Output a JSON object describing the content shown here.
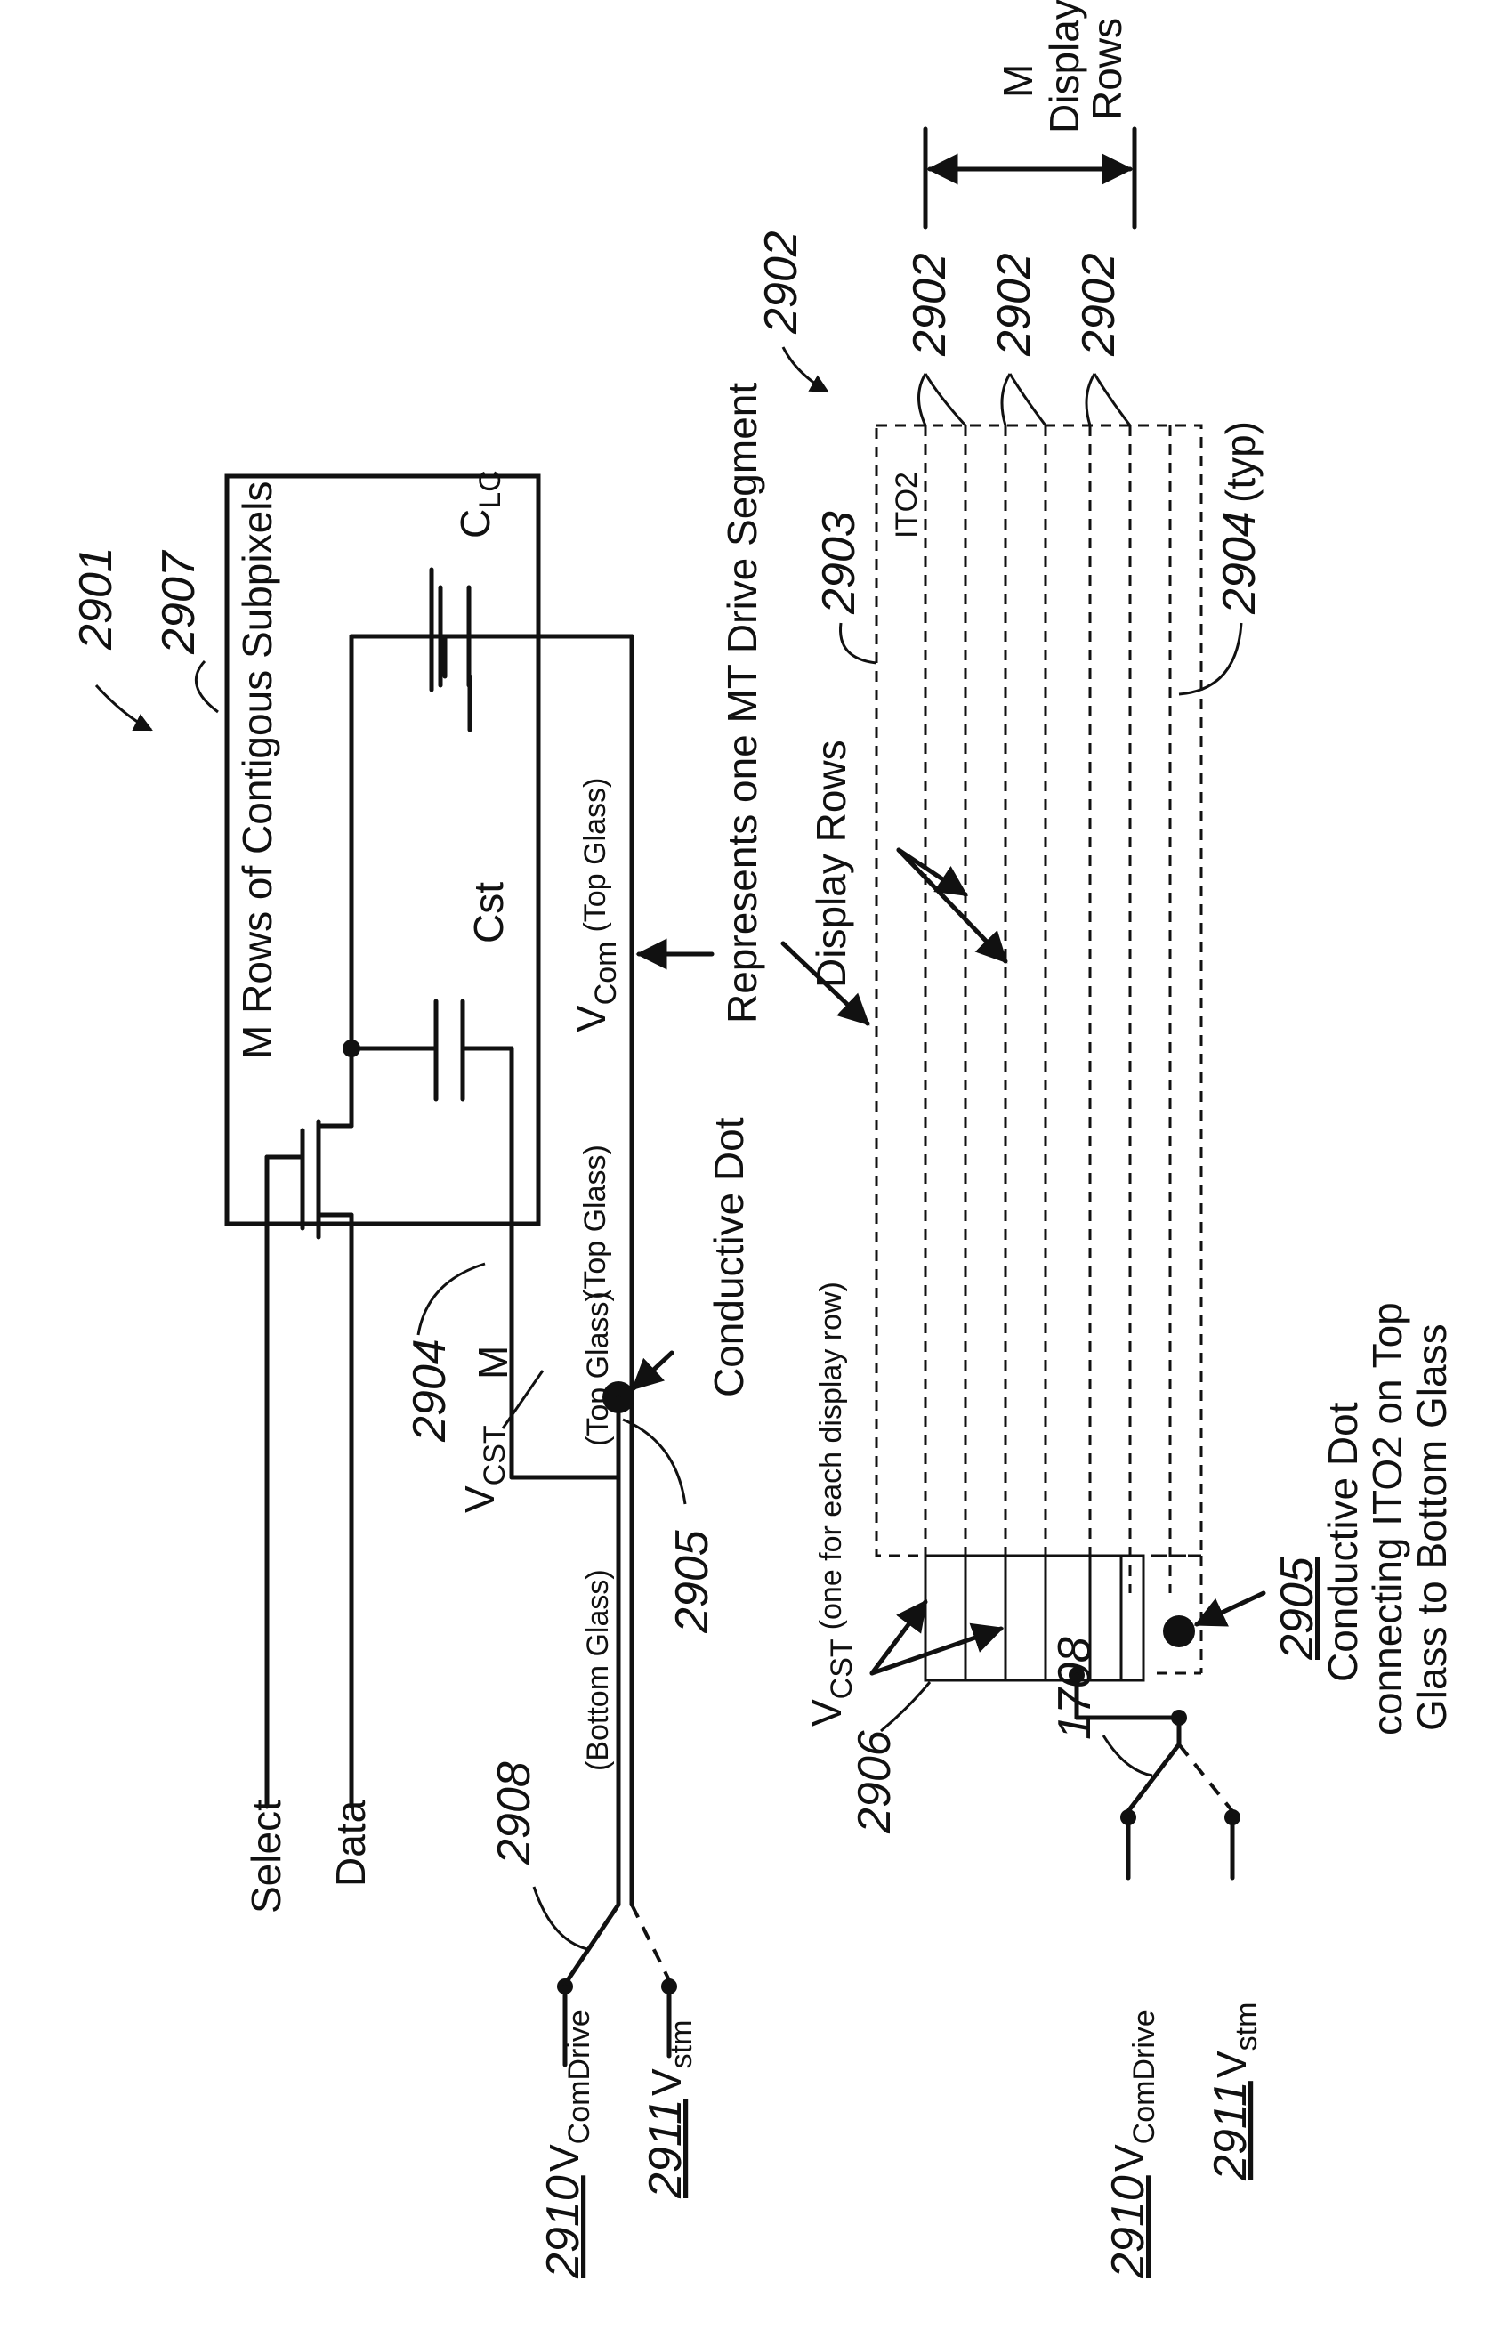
{
  "figure": {
    "top": {
      "ref_2901": "2901",
      "ref_2907": "2907",
      "box_title": "M Rows of Contigous Subpixels",
      "select": "Select",
      "data": "Data",
      "c_lc": "C",
      "c_lc_sub": "LC",
      "cst": "Cst",
      "vcom_v": "V",
      "vcom_sub": "Com",
      "vcom_tail": "(Top Glass)",
      "top_glass_1": "(Top Glass)",
      "top_glass_2": "(Top Glass)",
      "bottom_glass": "(Bottom Glass)",
      "m": "M",
      "ref_2904": "2904",
      "vcst_v": "V",
      "vcst_sub": "CST",
      "conductive_dot": "Conductive Dot",
      "ref_2905": "2905",
      "ref_2908": "2908",
      "ref_2910": "2910",
      "vcomdrive_v": "V",
      "vcomdrive_sub": "ComDrive",
      "ref_2911": "2911",
      "vstm_v": "V",
      "vstm_sub": "stm"
    },
    "middle": {
      "represents": "Represents one MT Drive Segment"
    },
    "bottom": {
      "ref_2902_main": "2902",
      "ref_2902_rows": [
        "2902",
        "2902",
        "2902"
      ],
      "m_display_rows": [
        "M",
        "Display",
        "Rows"
      ],
      "display_rows": "Display Rows",
      "ref_2903": "2903",
      "ito2": "ITO2",
      "ref_2904": "2904",
      "typ": "(typ)",
      "vcst_v": "V",
      "vcst_sub": "CST",
      "vcst_note": "(one for each display row)",
      "ref_2906": "2906",
      "ref_1708": "1708",
      "ref_2905": "2905",
      "dot_note": [
        "Conductive Dot",
        "connecting ITO2 on Top",
        "Glass to Bottom Glass"
      ],
      "ref_2910": "2910",
      "vcomdrive_v": "V",
      "vcomdrive_sub": "ComDrive",
      "ref_2911": "2911",
      "vstm_v": "V",
      "vstm_sub": "stm"
    }
  }
}
